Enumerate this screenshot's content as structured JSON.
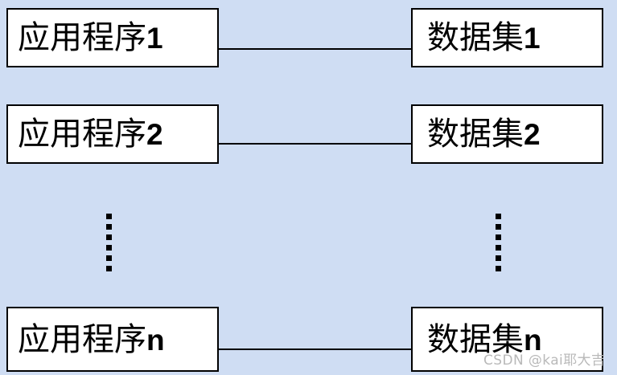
{
  "diagram": {
    "background_color": "#cfddf3",
    "box_fill_color": "#ffffff",
    "box_border_color": "#000000",
    "connector_color": "#000000",
    "rows": [
      {
        "left_label": "应用程序",
        "left_index": "1",
        "right_label": "数据集",
        "right_index": "1"
      },
      {
        "left_label": "应用程序",
        "left_index": "2",
        "right_label": "数据集",
        "right_index": "2"
      },
      {
        "left_label": "应用程序",
        "left_index": "n",
        "right_label": "数据集",
        "right_index": "n"
      }
    ],
    "ellipsis": {
      "dot_count": 6,
      "dot_color": "#000000"
    }
  },
  "watermark": {
    "text": "CSDN @kai耶大吉",
    "color": "#b9b9b9"
  }
}
